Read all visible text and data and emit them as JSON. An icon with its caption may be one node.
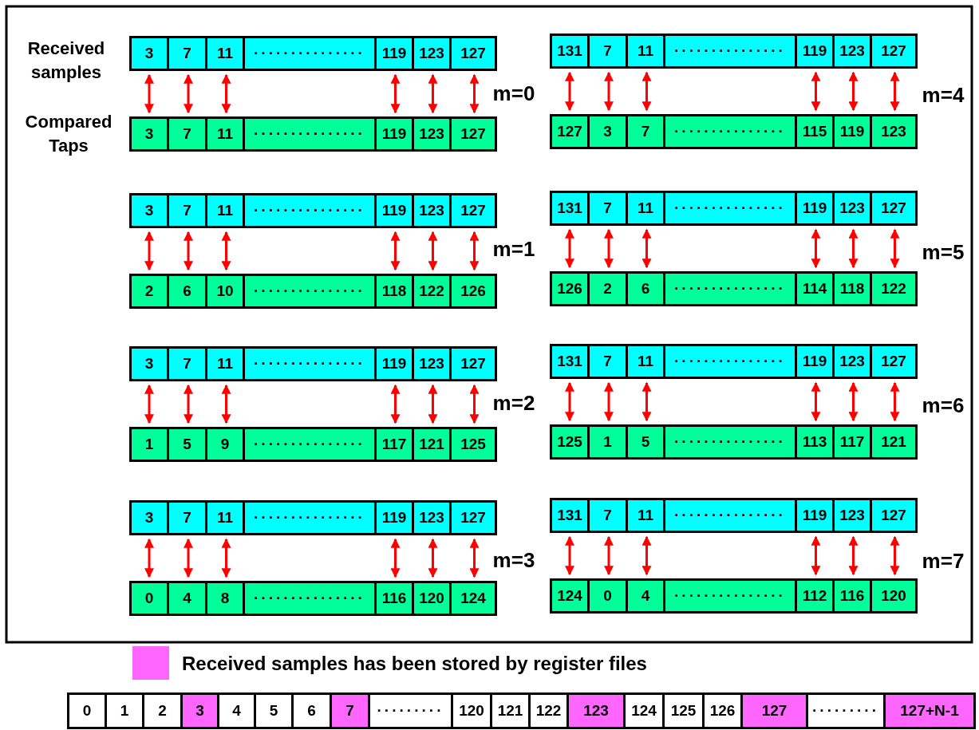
{
  "diagram": {
    "nodes": [
      {
        "text": [
          "3"
        ]
      },
      {
        "text": [
          "7"
        ]
      },
      {
        "text": [
          "11"
        ]
      },
      {
        "text": [
          "···············"
        ]
      },
      {
        "text": [
          "119"
        ]
      },
      {
        "text": [
          "123"
        ]
      },
      {
        "text": [
          "127"
        ]
      },
      {
        "text": [
          "3"
        ]
      },
      {
        "text": [
          "7"
        ]
      },
      {
        "text": [
          "11"
        ]
      },
      {
        "text": [
          "···············"
        ]
      },
      {
        "text": [
          "119"
        ]
      },
      {
        "text": [
          "123"
        ]
      },
      {
        "text": [
          "127"
        ]
      },
      {
        "text": [
          "3"
        ]
      },
      {
        "text": [
          "7"
        ]
      },
      {
        "text": [
          "11"
        ]
      },
      {
        "text": [
          "···············"
        ]
      },
      {
        "text": [
          "119"
        ]
      },
      {
        "text": [
          "123"
        ]
      },
      {
        "text": [
          "127"
        ]
      },
      {
        "text": [
          "2"
        ]
      },
      {
        "text": [
          "6"
        ]
      },
      {
        "text": [
          "10"
        ]
      },
      {
        "text": [
          "···············"
        ]
      },
      {
        "text": [
          "118"
        ]
      },
      {
        "text": [
          "122"
        ]
      },
      {
        "text": [
          "126"
        ]
      },
      {
        "text": [
          "3"
        ]
      },
      {
        "text": [
          "7"
        ]
      },
      {
        "text": [
          "11"
        ]
      },
      {
        "text": [
          "···············"
        ]
      },
      {
        "text": [
          "119"
        ]
      },
      {
        "text": [
          "123"
        ]
      },
      {
        "text": [
          "127"
        ]
      },
      {
        "text": [
          "1"
        ]
      },
      {
        "text": [
          "5"
        ]
      },
      {
        "text": [
          "9"
        ]
      },
      {
        "text": [
          "···············"
        ]
      },
      {
        "text": [
          "117"
        ]
      },
      {
        "text": [
          "121"
        ]
      },
      {
        "text": [
          "125"
        ]
      },
      {
        "text": [
          "3"
        ]
      },
      {
        "text": [
          "7"
        ]
      },
      {
        "text": [
          "11"
        ]
      },
      {
        "text": [
          "···············"
        ]
      },
      {
        "text": [
          "119"
        ]
      },
      {
        "text": [
          "123"
        ]
      },
      {
        "text": [
          "127"
        ]
      },
      {
        "text": [
          "0"
        ]
      },
      {
        "text": [
          "4"
        ]
      },
      {
        "text": [
          "8"
        ]
      },
      {
        "text": [
          "···············"
        ]
      },
      {
        "text": [
          "116"
        ]
      },
      {
        "text": [
          "120"
        ]
      },
      {
        "text": [
          "124"
        ]
      },
      {
        "text": [
          "131"
        ]
      },
      {
        "text": [
          "7"
        ]
      },
      {
        "text": [
          "11"
        ]
      },
      {
        "text": [
          "···············"
        ]
      },
      {
        "text": [
          "119"
        ]
      },
      {
        "text": [
          "123"
        ]
      },
      {
        "text": [
          "127"
        ]
      },
      {
        "text": [
          "127"
        ]
      },
      {
        "text": [
          "3"
        ]
      },
      {
        "text": [
          "7"
        ]
      },
      {
        "text": [
          "···············"
        ]
      },
      {
        "text": [
          "115"
        ]
      },
      {
        "text": [
          "119"
        ]
      },
      {
        "text": [
          "123"
        ]
      },
      {
        "text": [
          "131"
        ]
      },
      {
        "text": [
          "7"
        ]
      },
      {
        "text": [
          "11"
        ]
      },
      {
        "text": [
          "···············"
        ]
      },
      {
        "text": [
          "119"
        ]
      },
      {
        "text": [
          "123"
        ]
      },
      {
        "text": [
          "127"
        ]
      },
      {
        "text": [
          "126"
        ]
      },
      {
        "text": [
          "2"
        ]
      },
      {
        "text": [
          "6"
        ]
      },
      {
        "text": [
          "···············"
        ]
      },
      {
        "text": [
          "114"
        ]
      },
      {
        "text": [
          "118"
        ]
      },
      {
        "text": [
          "122"
        ]
      },
      {
        "text": [
          "131"
        ]
      },
      {
        "text": [
          "7"
        ]
      },
      {
        "text": [
          "11"
        ]
      },
      {
        "text": [
          "···············"
        ]
      },
      {
        "text": [
          "119"
        ]
      },
      {
        "text": [
          "123"
        ]
      },
      {
        "text": [
          "127"
        ]
      },
      {
        "text": [
          "125"
        ]
      },
      {
        "text": [
          "1"
        ]
      },
      {
        "text": [
          "5"
        ]
      },
      {
        "text": [
          "···············"
        ]
      },
      {
        "text": [
          "113"
        ]
      },
      {
        "text": [
          "117"
        ]
      },
      {
        "text": [
          "121"
        ]
      },
      {
        "text": [
          "131"
        ]
      },
      {
        "text": [
          "7"
        ]
      },
      {
        "text": [
          "11"
        ]
      },
      {
        "text": [
          "···············"
        ]
      },
      {
        "text": [
          "119"
        ]
      },
      {
        "text": [
          "123"
        ]
      },
      {
        "text": [
          "127"
        ]
      },
      {
        "text": [
          "124"
        ]
      },
      {
        "text": [
          "0"
        ]
      },
      {
        "text": [
          "4"
        ]
      },
      {
        "text": [
          "···············"
        ]
      },
      {
        "text": [
          "112"
        ]
      },
      {
        "text": [
          "116"
        ]
      },
      {
        "text": [
          "120"
        ]
      },
      {
        "text": [
          "0"
        ]
      },
      {
        "text": [
          "1"
        ]
      },
      {
        "text": [
          "2"
        ]
      },
      {
        "text": [
          "3"
        ]
      },
      {
        "text": [
          "4"
        ]
      },
      {
        "text": [
          "5"
        ]
      },
      {
        "text": [
          "6"
        ]
      },
      {
        "text": [
          "7"
        ]
      },
      {
        "text": [
          "·········"
        ]
      },
      {
        "text": [
          "120"
        ]
      },
      {
        "text": [
          "121"
        ]
      },
      {
        "text": [
          "122"
        ]
      },
      {
        "text": [
          "123"
        ]
      },
      {
        "text": [
          "124"
        ]
      },
      {
        "text": [
          "125"
        ]
      },
      {
        "text": [
          "126"
        ]
      },
      {
        "text": [
          "127"
        ]
      },
      {
        "text": [
          "·········"
        ]
      },
      {
        "text": [
          "127+N-1"
        ]
      }
    ],
    "edges": [
      {
        "from": 0,
        "to": 7,
        "arrow": "both"
      },
      {
        "from": 1,
        "to": 8,
        "arrow": "both"
      },
      {
        "from": 2,
        "to": 9,
        "arrow": "both"
      },
      {
        "from": 4,
        "to": 11,
        "arrow": "both"
      },
      {
        "from": 5,
        "to": 12,
        "arrow": "both"
      },
      {
        "from": 6,
        "to": 13,
        "arrow": "both"
      },
      {
        "from": 14,
        "to": 21,
        "arrow": "both"
      },
      {
        "from": 15,
        "to": 22,
        "arrow": "both"
      },
      {
        "from": 16,
        "to": 23,
        "arrow": "both"
      },
      {
        "from": 18,
        "to": 25,
        "arrow": "both"
      },
      {
        "from": 19,
        "to": 26,
        "arrow": "both"
      },
      {
        "from": 20,
        "to": 27,
        "arrow": "both"
      },
      {
        "from": 28,
        "to": 35,
        "arrow": "both"
      },
      {
        "from": 29,
        "to": 36,
        "arrow": "both"
      },
      {
        "from": 30,
        "to": 37,
        "arrow": "both"
      },
      {
        "from": 32,
        "to": 39,
        "arrow": "both"
      },
      {
        "from": 33,
        "to": 40,
        "arrow": "both"
      },
      {
        "from": 34,
        "to": 41,
        "arrow": "both"
      },
      {
        "from": 42,
        "to": 49,
        "arrow": "both"
      },
      {
        "from": 43,
        "to": 50,
        "arrow": "both"
      },
      {
        "from": 44,
        "to": 51,
        "arrow": "both"
      },
      {
        "from": 46,
        "to": 53,
        "arrow": "both"
      },
      {
        "from": 47,
        "to": 54,
        "arrow": "both"
      },
      {
        "from": 48,
        "to": 55,
        "arrow": "both"
      },
      {
        "from": 56,
        "to": 63,
        "arrow": "both"
      },
      {
        "from": 57,
        "to": 64,
        "arrow": "both"
      },
      {
        "from": 58,
        "to": 65,
        "arrow": "both"
      },
      {
        "from": 60,
        "to": 67,
        "arrow": "both"
      },
      {
        "from": 61,
        "to": 68,
        "arrow": "both"
      },
      {
        "from": 62,
        "to": 69,
        "arrow": "both"
      },
      {
        "from": 70,
        "to": 77,
        "arrow": "both"
      },
      {
        "from": 71,
        "to": 78,
        "arrow": "both"
      },
      {
        "from": 72,
        "to": 79,
        "arrow": "both"
      },
      {
        "from": 74,
        "to": 81,
        "arrow": "both"
      },
      {
        "from": 75,
        "to": 82,
        "arrow": "both"
      },
      {
        "from": 76,
        "to": 83,
        "arrow": "both"
      },
      {
        "from": 84,
        "to": 91,
        "arrow": "both"
      },
      {
        "from": 85,
        "to": 92,
        "arrow": "both"
      },
      {
        "from": 86,
        "to": 93,
        "arrow": "both"
      },
      {
        "from": 88,
        "to": 95,
        "arrow": "both"
      },
      {
        "from": 89,
        "to": 96,
        "arrow": "both"
      },
      {
        "from": 90,
        "to": 97,
        "arrow": "both"
      },
      {
        "from": 98,
        "to": 105,
        "arrow": "both"
      },
      {
        "from": 99,
        "to": 106,
        "arrow": "both"
      },
      {
        "from": 100,
        "to": 107,
        "arrow": "both"
      },
      {
        "from": 102,
        "to": 109,
        "arrow": "both"
      },
      {
        "from": 103,
        "to": 110,
        "arrow": "both"
      },
      {
        "from": 104,
        "to": 111,
        "arrow": "both"
      }
    ],
    "labels": [
      "Received samples",
      "Compared Taps",
      "m=0",
      "m=4",
      "m=1",
      "m=5",
      "m=2",
      "m=6",
      "m=3",
      "m=7"
    ],
    "legend": [
      {
        "text": "Received samples has been stored by register files",
        "color": "#ff66ff"
      }
    ]
  }
}
